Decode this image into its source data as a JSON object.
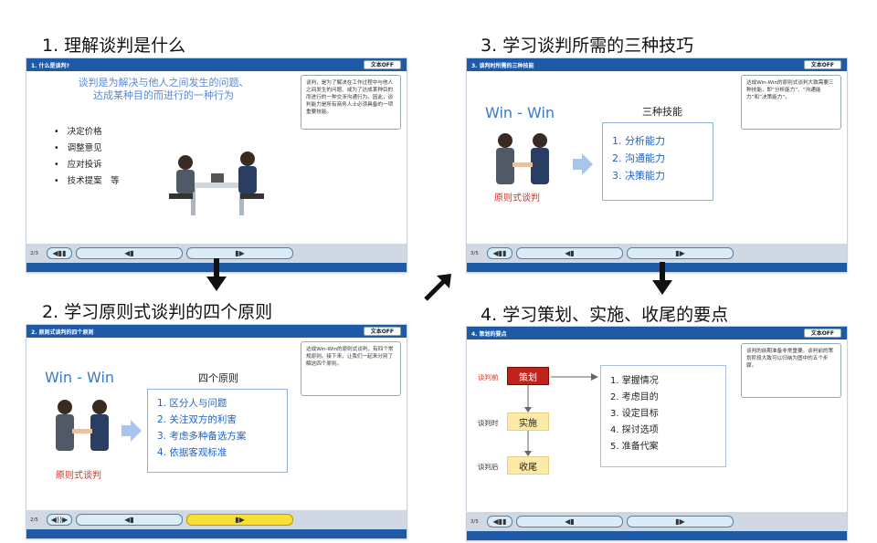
{
  "steps": [
    {
      "heading": "1. 理解谈判是什么",
      "bar_title": "1. 什么是谈判?",
      "text_off": "文本OFF",
      "main_title_line1": "谈判是为解决与他人之间发生的问题、",
      "main_title_line2": "达成某种目的而进行的一种行为",
      "bullets": [
        "决定价格",
        "调整意见",
        "应对投诉",
        "技术提案　等"
      ],
      "side_text": "谈判，是为了解决在工作过程中与他人之间发生的问题、或为了达成某种目的而进行的一种交涉沟通行为。因此，谈判能力是所有商务人士必须具备的一项重要技能。",
      "page": "2/3",
      "controls": {
        "play": "◀▮▮",
        "prev": "◀▮",
        "next": "▮▶"
      }
    },
    {
      "heading": "2. 学习原则式谈判的四个原则",
      "bar_title": "2. 原则式谈判的四个原则",
      "text_off": "文本OFF",
      "winwin": "Win - Win",
      "principle_label": "原则式谈判",
      "list_title": "四个原则",
      "items": [
        "1. 区分人与问题",
        "2. 关注双方的利害",
        "3. 考虑多种备选方案",
        "4. 依据客观标准"
      ],
      "side_text": "达成Win-Win的原则式谈判，有四个常规原则。接下来，让我们一起来分别了解这四个原则。",
      "page": "2/5",
      "controls": {
        "play": "◀))▶",
        "prev": "◀▮",
        "next": "▮▶"
      }
    },
    {
      "heading": "3. 学习谈判所需的三种技巧",
      "bar_title": "3. 谈判时所需的三种技能",
      "text_off": "文本OFF",
      "winwin": "Win - Win",
      "principle_label": "原则式谈判",
      "list_title": "三种技能",
      "items": [
        "1. 分析能力",
        "2. 沟通能力",
        "3. 决策能力"
      ],
      "side_text": "达成Win-Win的原则式谈判大致需要三种技能，即“分析能力”、“沟通能力”和“决策能力”。",
      "page": "3/5",
      "controls": {
        "play": "◀▮▮",
        "prev": "◀▮",
        "next": "▮▶"
      }
    },
    {
      "heading": "4. 学习策划、实施、收尾的要点",
      "bar_title": "4. 策划的要点",
      "text_off": "文本OFF",
      "stages": [
        {
          "label": "谈判前",
          "box": "策划"
        },
        {
          "label": "谈判时",
          "box": "实施"
        },
        {
          "label": "谈判后",
          "box": "收尾"
        }
      ],
      "items": [
        "1. 掌握情况",
        "2. 考虑目的",
        "3. 设定目标",
        "4. 探讨选项",
        "5. 准备代案"
      ],
      "side_text": "谈判的前期准备非常重要。谈判前的策划阶段大致可以归纳为图中的五个步骤。",
      "page": "3/5",
      "controls": {
        "play": "◀▮▮",
        "prev": "◀▮",
        "next": "▮▶"
      }
    }
  ],
  "colors": {
    "header_blue": "#1f5aa7",
    "accent_blue": "#3a7ac8",
    "red": "#d8332a",
    "yellow_button": "#f7df38"
  }
}
